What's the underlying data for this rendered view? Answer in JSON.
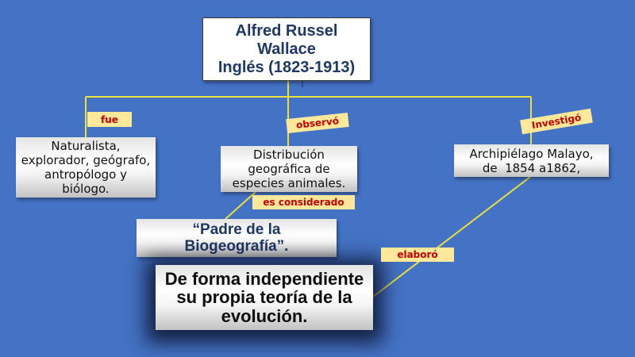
{
  "slide": {
    "background_color": "#4472c4",
    "connector_color": "#eadf3c",
    "label_background": "#ffe89a",
    "label_text_color": "#c00000",
    "title_text_color": "#1f3864"
  },
  "title": {
    "lines": [
      "Alfred Russel",
      "Wallace",
      "Inglés (1823-1913)"
    ]
  },
  "links": {
    "fue": "fue",
    "observo": "observó",
    "investigo": "Investigó",
    "es_considerado": "es considerado",
    "elaboro": "elaboró"
  },
  "nodes": {
    "occupations": {
      "lines": [
        "Naturalista,",
        "explorador, geógrafo,",
        "antropólogo y",
        "biólogo."
      ]
    },
    "distribution": {
      "lines": [
        "Distribución",
        "geográfica de",
        "especies animales."
      ]
    },
    "archipelago": {
      "lines": [
        "Archipiélago Malayo,",
        "de  1854 a1862,"
      ]
    },
    "father": {
      "lines": [
        "“Padre de la",
        "Biogeografía”."
      ]
    },
    "theory": {
      "lines": [
        "De forma independiente",
        "su propia teoría de la",
        "evolución."
      ]
    }
  }
}
